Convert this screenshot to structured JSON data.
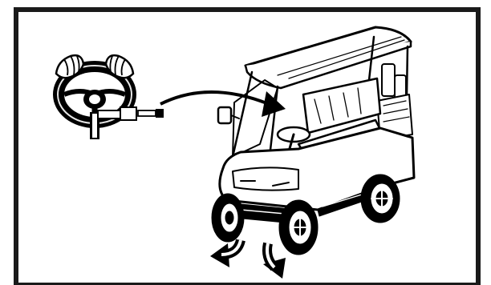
{
  "figure": {
    "panels": [
      "steering-wheel-inset",
      "golf-cart-illustration"
    ],
    "colors": {
      "ink": "#000000",
      "fill": "#ffffff",
      "frame": "#1a1a1a"
    },
    "arrows": {
      "turn_direction": "left",
      "wheels_turn_arrows": 2
    }
  }
}
